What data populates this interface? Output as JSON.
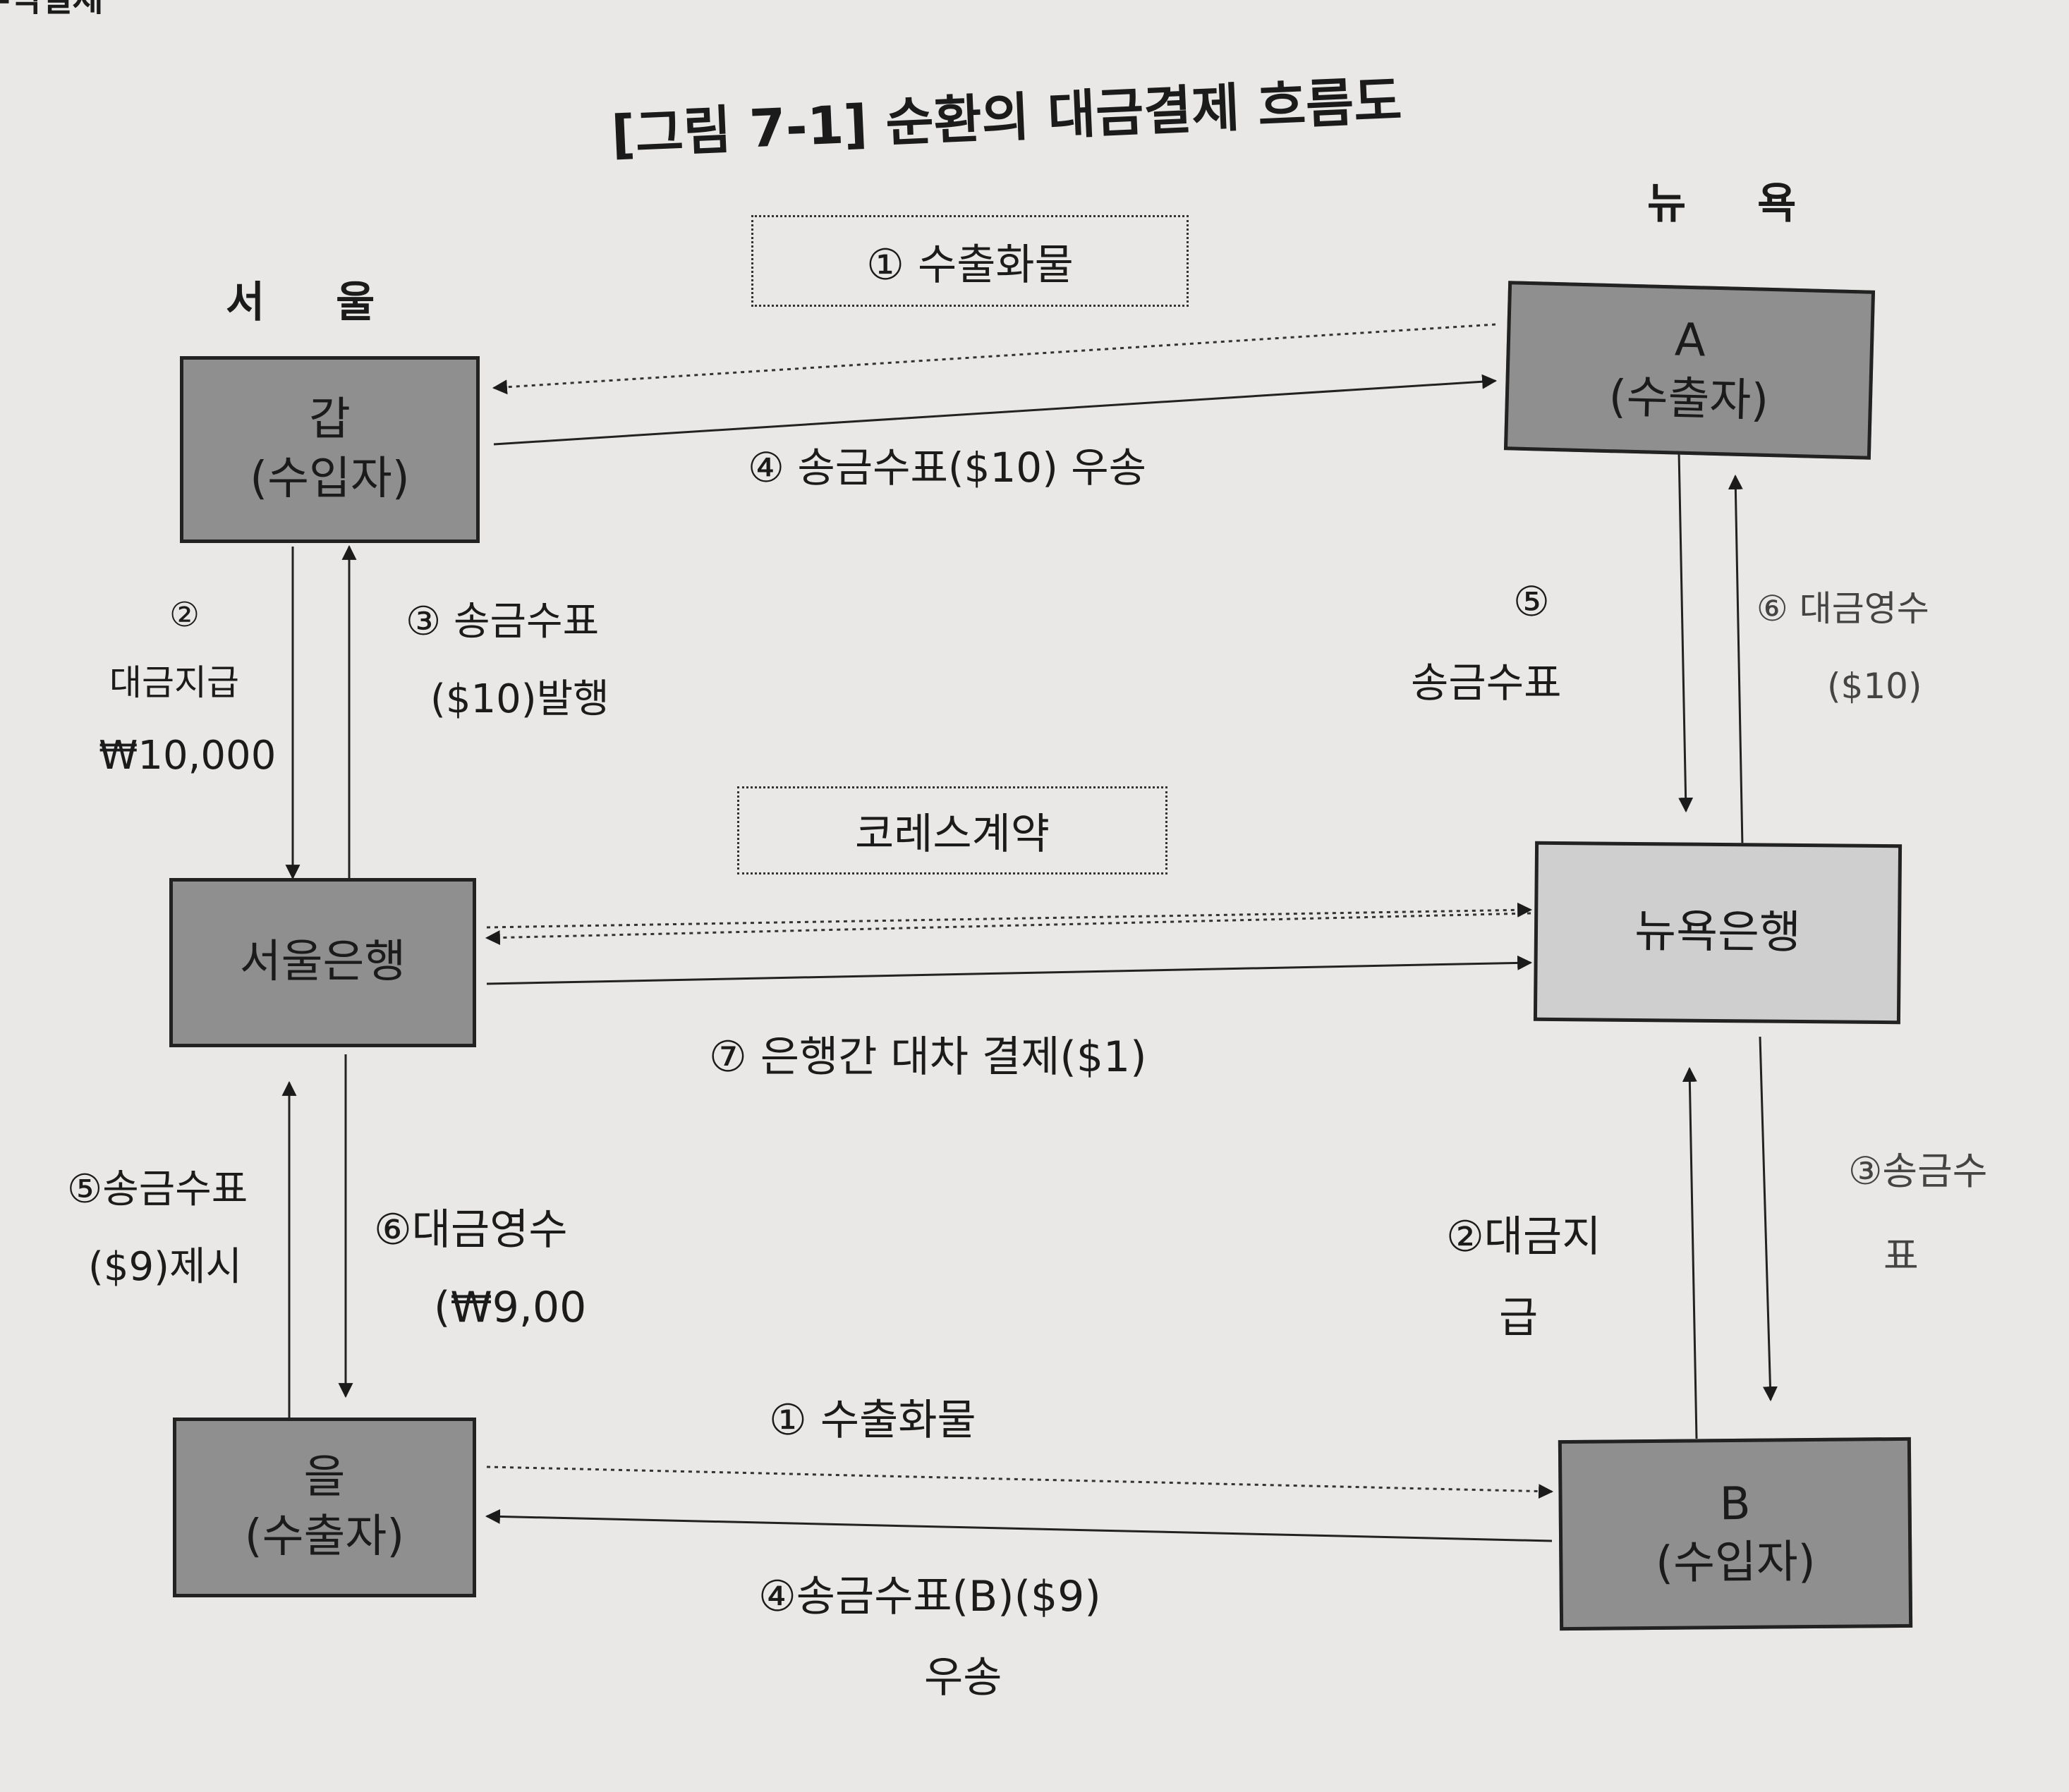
{
  "corner_text": "무역결제",
  "title": "[그림 7-1] 순환의 대금결제 흐름도",
  "region_seoul": "서 울",
  "region_newyork": "뉴 욕",
  "nodes": {
    "gap": {
      "name": "갑",
      "role": "(수입자)"
    },
    "a_exporter": {
      "name": "A",
      "role": "(수출자)"
    },
    "seoul_bank": {
      "name": "서울은행"
    },
    "newyork_bank": {
      "name": "뉴욕은행"
    },
    "eul": {
      "name": "을",
      "role": "(수출자)"
    },
    "b_importer": {
      "name": "B",
      "role": "(수입자)"
    }
  },
  "labels": {
    "top_goods": "① 수출화물",
    "top_check_send": "④ 송금수표($10) 우송",
    "left_pay_num": "②",
    "left_pay_line1": "대금지급",
    "left_pay_line2": "₩10,000",
    "left_issue_line1": "③ 송금수표",
    "left_issue_line2": "($10)발행",
    "right_check_num": "⑤",
    "right_check_line": "송금수표",
    "right_receipt_line1": "⑥ 대금영수",
    "right_receipt_line2": "($10)",
    "corres_contract": "코레스계약",
    "interbank": "⑦ 은행간 대차 결제($1)",
    "left_present_line1": "⑤송금수표",
    "left_present_line2": "($9)제시",
    "left_receipt_line1": "⑥대금영수",
    "left_receipt_line2": "(₩9,00",
    "right_pay_line1": "②대금지",
    "right_pay_line2": "급",
    "right_check3_line1": "③송금수",
    "right_check3_line2": "표",
    "bottom_goods": "① 수출화물",
    "bottom_check_line1": "④송금수표(B)($9)",
    "bottom_check_line2": "우송"
  },
  "colors": {
    "page": "#e9e8e6",
    "box_dark": "#8f8f8f",
    "box_light": "#cfcfcf",
    "ink": "#1b1b1b"
  }
}
